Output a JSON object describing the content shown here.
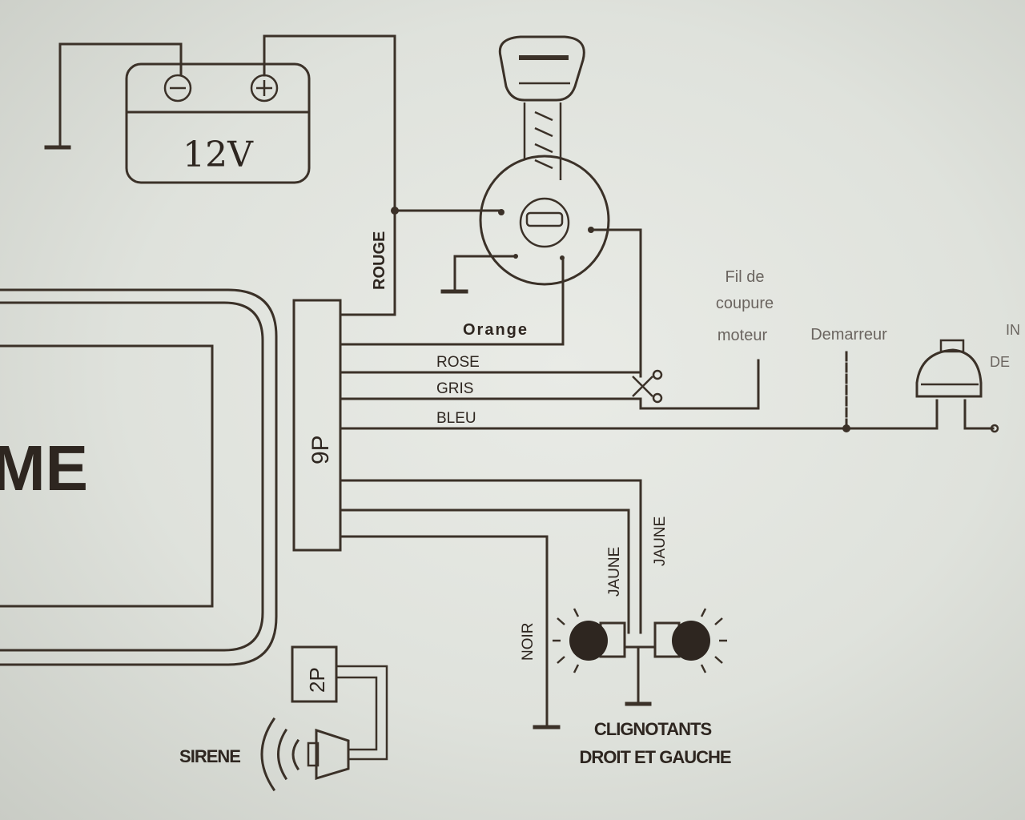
{
  "battery": {
    "voltage": "12V",
    "minus": "−",
    "plus": "+"
  },
  "module": {
    "text_fragment": "ME"
  },
  "connectors": {
    "main": "9P",
    "siren": "2P"
  },
  "wires": {
    "rouge": "ROUGE",
    "orange": "Orange",
    "rose": "ROSE",
    "gris": "GRIS",
    "bleu": "BLEU",
    "noir": "NOIR",
    "jaune_left": "JAUNE",
    "jaune_right": "JAUNE"
  },
  "labels": {
    "cut_wire": [
      "Fil de",
      "coupure",
      "moteur"
    ],
    "starter": "Demarreur",
    "switch_fragment": [
      "IN",
      "DE"
    ],
    "siren": "SIRENE",
    "indicators": [
      "CLIGNOTANTS",
      "DROIT ET GAUCHE"
    ]
  },
  "colors": {
    "ink": "#3b3128",
    "paper": "#e4e6e1"
  }
}
